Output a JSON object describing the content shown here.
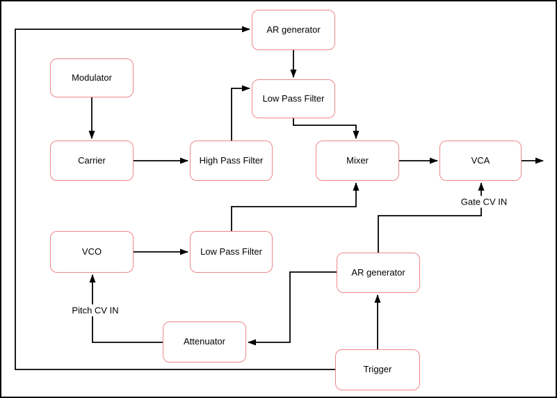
{
  "diagram": {
    "type": "flowchart",
    "nodes": {
      "ar_generator_top": {
        "label": "AR generator"
      },
      "modulator": {
        "label": "Modulator"
      },
      "low_pass_filter_top": {
        "label": "Low Pass Filter"
      },
      "carrier": {
        "label": "Carrier"
      },
      "high_pass_filter": {
        "label": "High Pass Filter"
      },
      "mixer": {
        "label": "Mixer"
      },
      "vca": {
        "label": "VCA"
      },
      "vco": {
        "label": "VCO"
      },
      "low_pass_filter_bottom": {
        "label": "Low Pass Filter"
      },
      "ar_generator_bottom": {
        "label": "AR generator"
      },
      "attenuator": {
        "label": "Attenuator"
      },
      "trigger": {
        "label": "Trigger"
      }
    },
    "edge_labels": {
      "gate_cv_in": "Gate CV IN",
      "pitch_cv_in": "Pitch CV IN"
    },
    "edges": [
      {
        "from": "trigger",
        "to": "ar_generator_top"
      },
      {
        "from": "ar_generator_top",
        "to": "low_pass_filter_top"
      },
      {
        "from": "high_pass_filter",
        "to": "low_pass_filter_top"
      },
      {
        "from": "modulator",
        "to": "carrier"
      },
      {
        "from": "carrier",
        "to": "high_pass_filter"
      },
      {
        "from": "low_pass_filter_top",
        "to": "mixer"
      },
      {
        "from": "mixer",
        "to": "vca"
      },
      {
        "from": "vca",
        "to": "output"
      },
      {
        "from": "vco",
        "to": "low_pass_filter_bottom"
      },
      {
        "from": "low_pass_filter_bottom",
        "to": "mixer"
      },
      {
        "from": "ar_generator_bottom",
        "to": "vca",
        "label": "Gate CV IN"
      },
      {
        "from": "trigger",
        "to": "ar_generator_bottom"
      },
      {
        "from": "ar_generator_bottom",
        "to": "attenuator"
      },
      {
        "from": "attenuator",
        "to": "vco",
        "label": "Pitch CV IN"
      }
    ],
    "colors": {
      "node_border": "#ec8688",
      "node_fill": "#ffffff",
      "connector": "#000000",
      "canvas_border": "#000000",
      "text": "#000000"
    }
  }
}
